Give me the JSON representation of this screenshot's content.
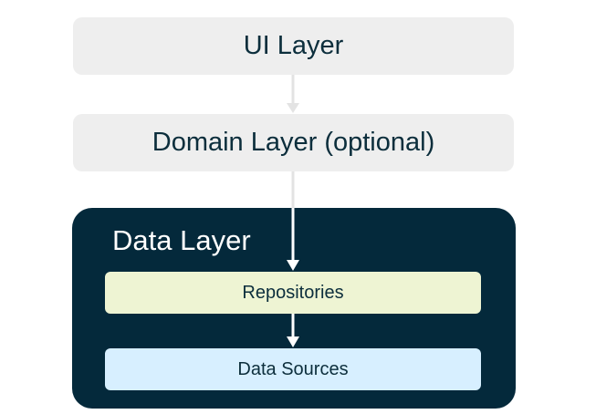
{
  "layers": {
    "ui": {
      "label": "UI Layer"
    },
    "domain": {
      "label": "Domain Layer (optional)"
    },
    "data": {
      "label": "Data Layer",
      "repositories": {
        "label": "Repositories"
      },
      "data_sources": {
        "label": "Data Sources"
      }
    }
  },
  "colors": {
    "outer_box": "#eeeeee",
    "data_layer_bg": "#04293b",
    "repositories_bg": "#eef4d3",
    "data_sources_bg": "#d7efff",
    "text_dark": "#0c2e3c",
    "text_light": "#ffffff",
    "arrow_light": "#e3e3e3",
    "arrow_white": "#ffffff"
  }
}
